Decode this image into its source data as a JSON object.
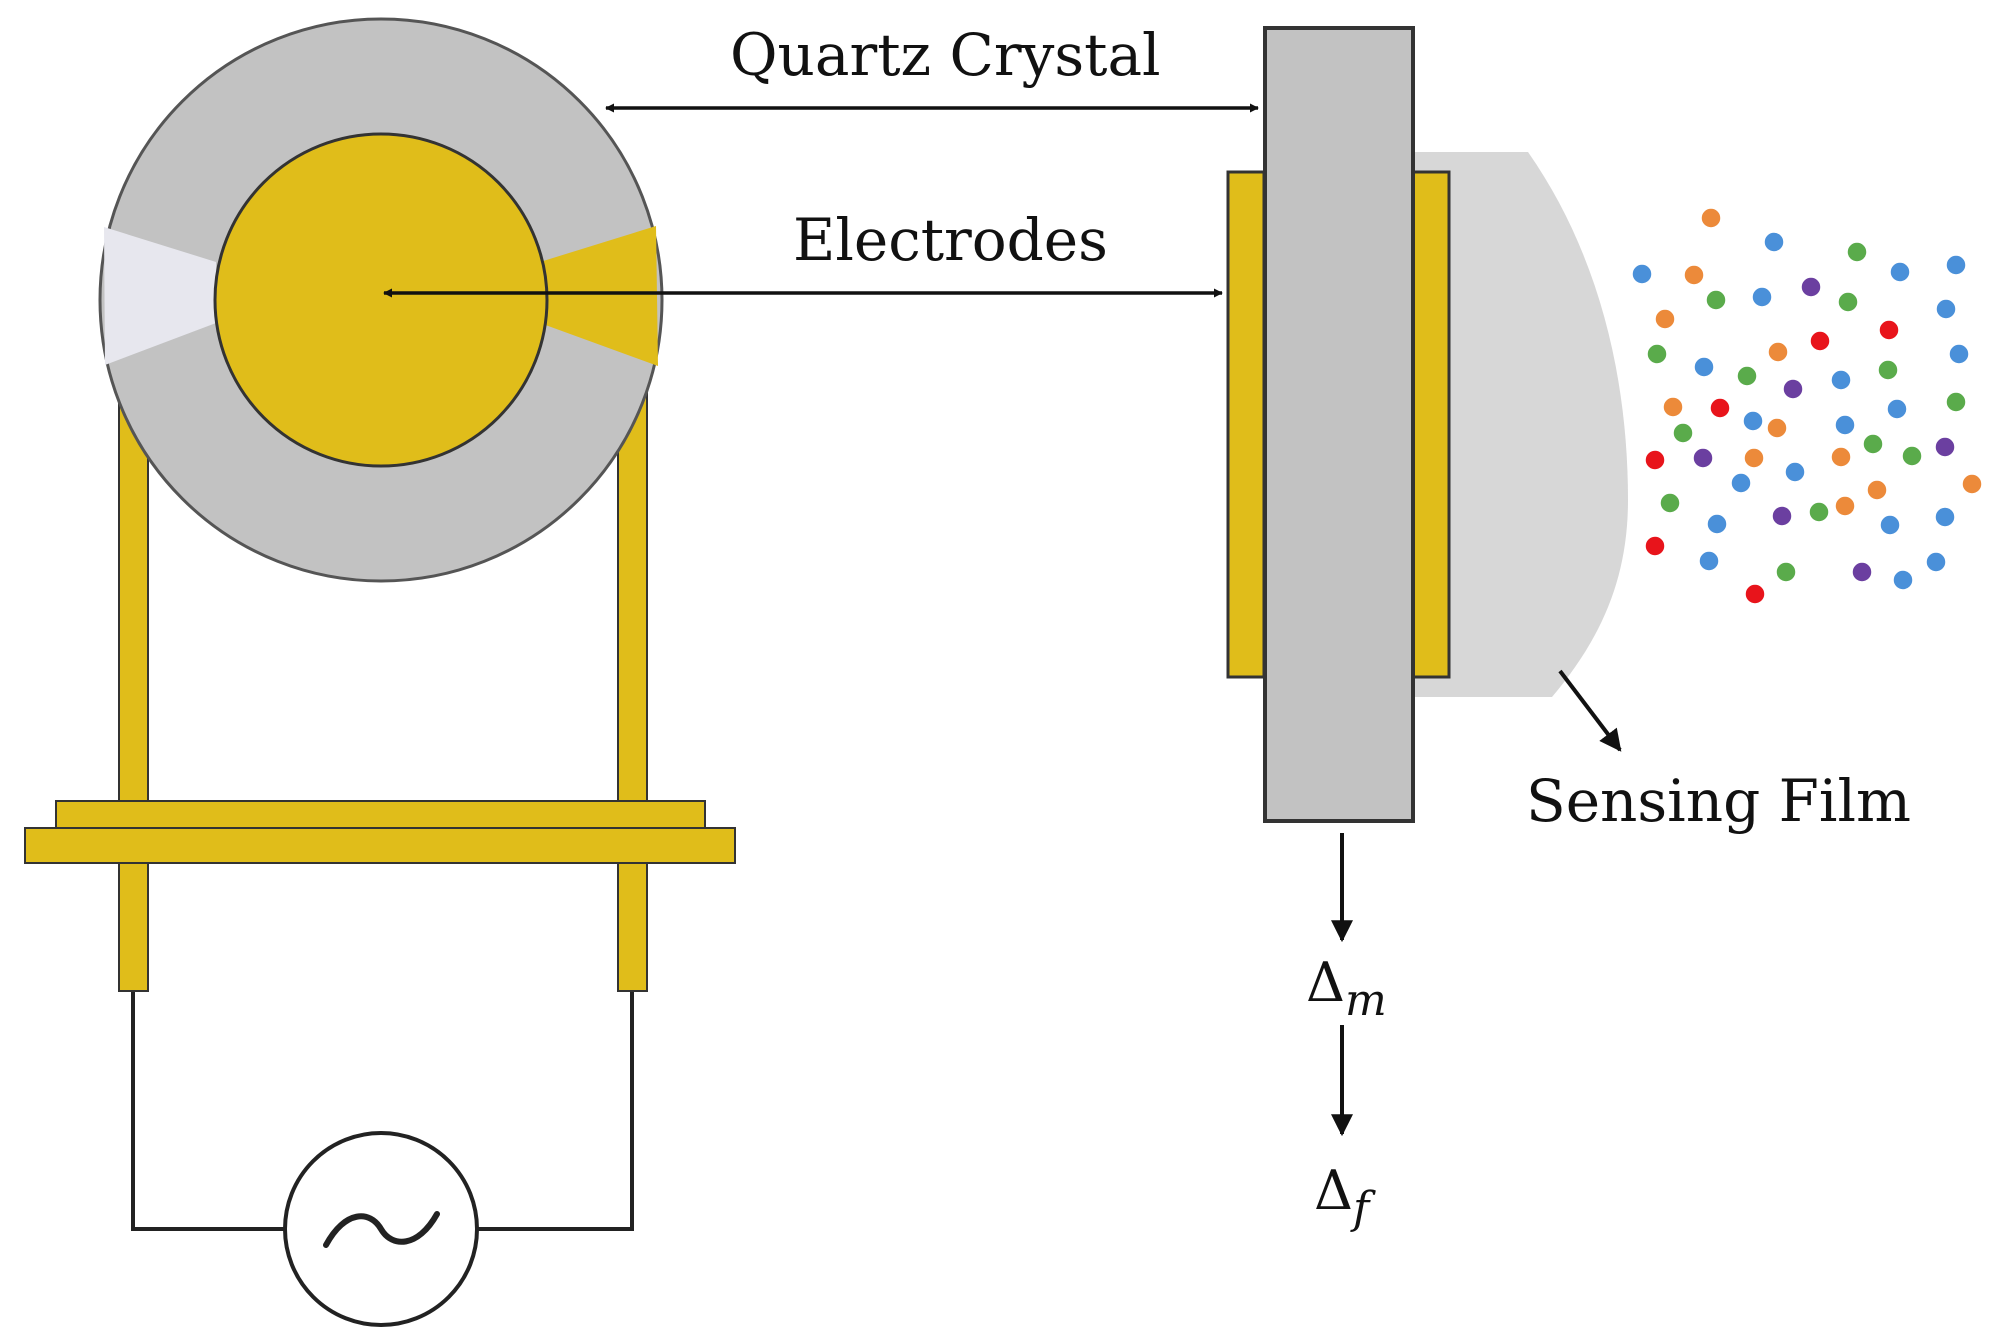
{
  "labels": {
    "quartz_crystal": "Quartz Crystal",
    "electrodes": "Electrodes",
    "sensing_film": "Sensing Film",
    "delta_m_symbol": "Δ",
    "delta_m_sub": "m",
    "delta_f_symbol": "Δ",
    "delta_f_sub": "f"
  },
  "colors": {
    "gold": "#e0bd1a",
    "quartz_gray": "#c2c2c2",
    "film_gray": "#d7d7d7",
    "outline": "#333333",
    "particle_blue": "#4a90d9",
    "particle_orange": "#ec8a3a",
    "particle_green": "#5aab4b",
    "particle_red": "#e8141b",
    "particle_purple": "#6b3fa0"
  },
  "icons": {
    "ac_source": "ac-sine-source-icon"
  }
}
